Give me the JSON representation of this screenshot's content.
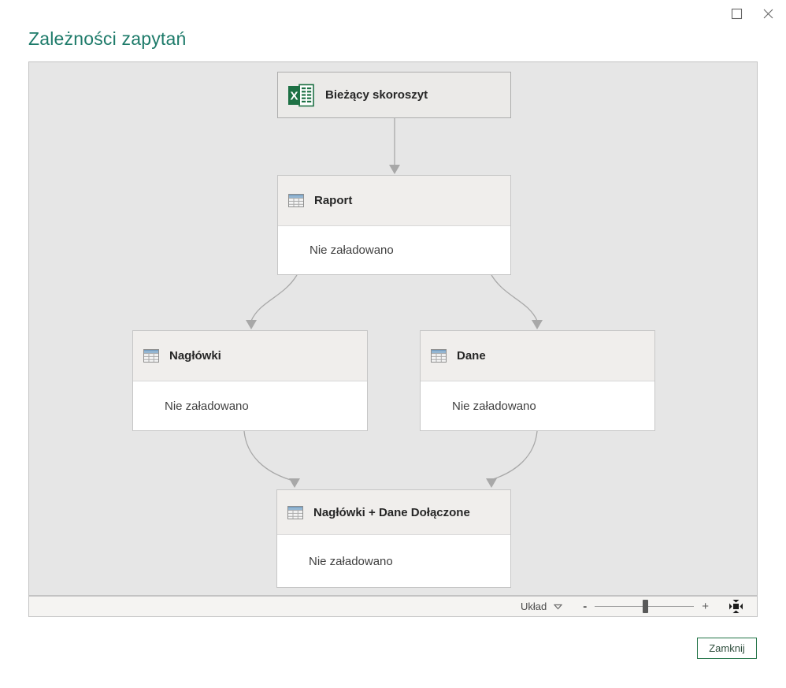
{
  "window": {
    "maximize_icon": "maximize",
    "close_icon": "close"
  },
  "header": {
    "title": "Zależności zapytań"
  },
  "diagram": {
    "nodes": [
      {
        "label": "Bieżący skoroszyt",
        "icon": "excel-workbook-icon",
        "status": null
      },
      {
        "label": "Raport",
        "icon": "table-icon",
        "status": "Nie załadowano"
      },
      {
        "label": "Nagłówki",
        "icon": "table-icon",
        "status": "Nie załadowano"
      },
      {
        "label": "Dane",
        "icon": "table-icon",
        "status": "Nie załadowano"
      },
      {
        "label": "Nagłówki + Dane Dołączone",
        "icon": "table-icon",
        "status": "Nie załadowano"
      }
    ],
    "edges": [
      {
        "from": "Bieżący skoroszyt",
        "to": "Raport"
      },
      {
        "from": "Raport",
        "to": "Nagłówki"
      },
      {
        "from": "Raport",
        "to": "Dane"
      },
      {
        "from": "Nagłówki",
        "to": "Nagłówki + Dane Dołączone"
      },
      {
        "from": "Dane",
        "to": "Nagłówki + Dane Dołączone"
      }
    ]
  },
  "toolbar": {
    "layout_label": "Układ",
    "zoom_out_label": "-",
    "zoom_in_label": "+",
    "zoom_slider_percent": 51,
    "fit_icon": "fit-to-screen"
  },
  "footer": {
    "close_label": "Zamknij"
  },
  "colors": {
    "title_text": "#1e7b6a",
    "button_border": "#217346",
    "canvas_bg": "#e6e6e6",
    "arrow": "#a8a8a8",
    "table_icon_header": "#94b6d2",
    "excel_green": "#1e7145"
  }
}
